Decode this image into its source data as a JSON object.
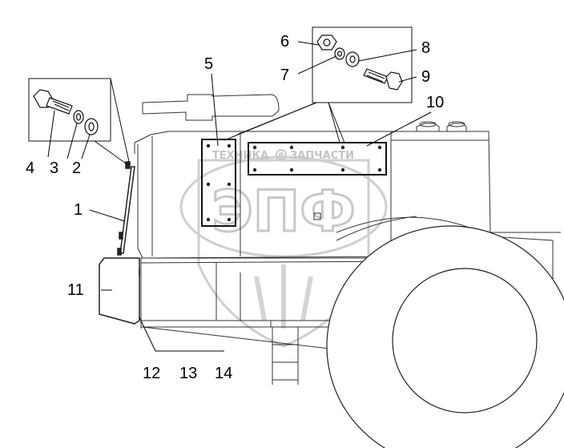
{
  "watermark": {
    "top_text": "ТЕХНИКА",
    "top_text_2": "ЗАПЧАСТИ",
    "logo_text": "ЭПФ"
  },
  "callouts": {
    "c1": "1",
    "c2": "2",
    "c3": "3",
    "c4": "4",
    "c5": "5",
    "c6": "6",
    "c7": "7",
    "c8": "8",
    "c9": "9",
    "c10": "10",
    "c11": "11",
    "c12": "12",
    "c13": "13",
    "c14": "14"
  },
  "colors": {
    "line": "#000000",
    "outline": "#333333",
    "watermark": "#c8c8c8"
  }
}
